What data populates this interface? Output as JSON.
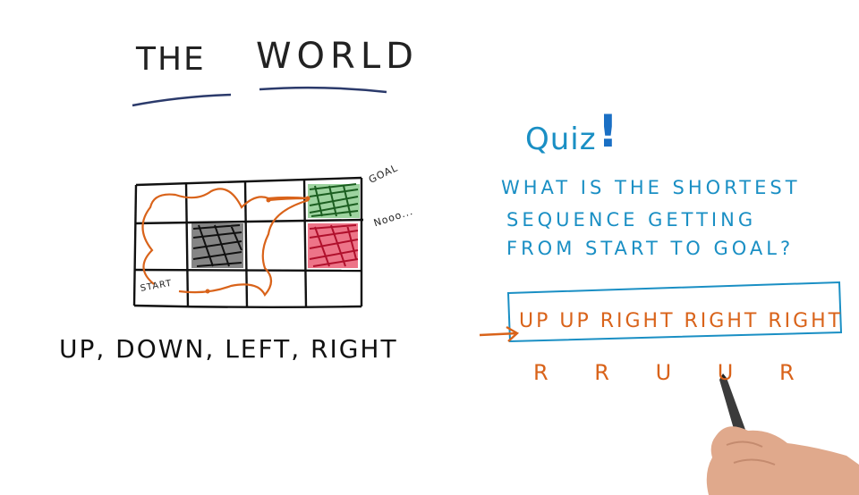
{
  "title": {
    "word1": "THE",
    "word2": "WORLD"
  },
  "grid": {
    "goal_label": "GOAL",
    "danger_label": "Nooo...",
    "start_label": "START",
    "colors": {
      "goal": "#2e7d32",
      "danger": "#d81b3c",
      "wall": "#111111",
      "path": "#d9631a"
    }
  },
  "actions_text": "UP, DOWN, LEFT, RIGHT",
  "quiz": {
    "title": "Quiz",
    "mark": "!",
    "question_lines": [
      "WHAT IS THE SHORTEST",
      "SEQUENCE GETTING",
      "FROM START TO GOAL?"
    ],
    "answer": "UP UP RIGHT RIGHT RIGHT",
    "short_answer": "R R U U R",
    "colors": {
      "quiz": "#1a8fc4",
      "answer": "#d9631a"
    }
  }
}
